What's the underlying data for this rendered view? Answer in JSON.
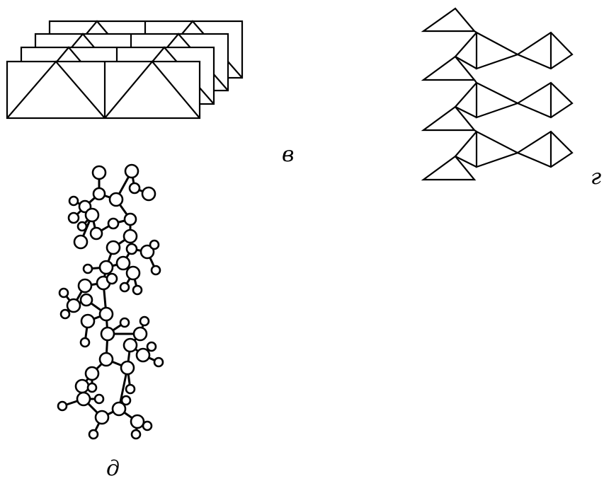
{
  "labels": {
    "layered": "в",
    "chain": "г",
    "helix": "д"
  },
  "colors": {
    "stroke": "#000000",
    "background": "#ffffff"
  }
}
